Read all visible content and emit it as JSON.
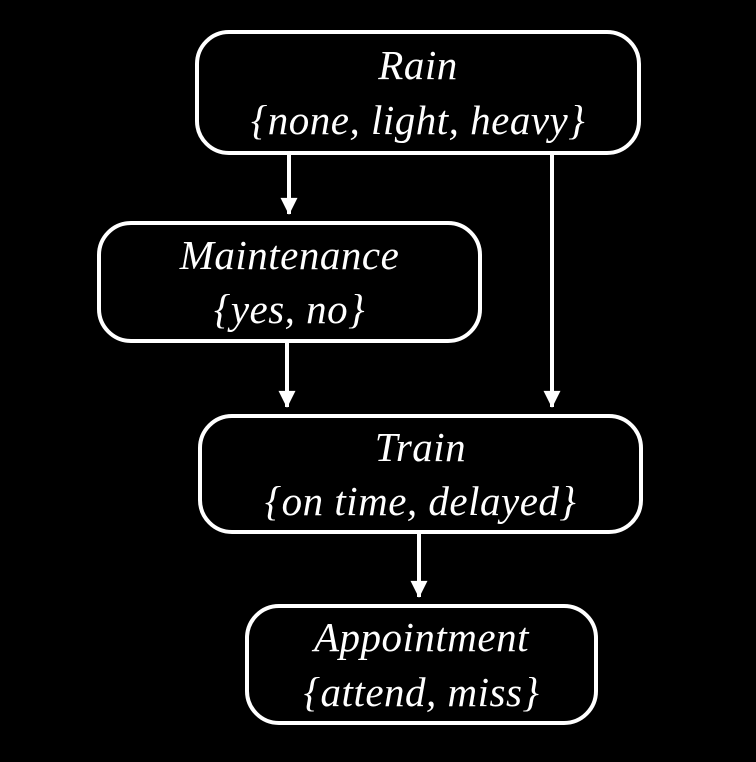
{
  "diagram": {
    "type": "bayesian-network",
    "background_color": "#000000",
    "stroke_color": "#ffffff",
    "text_color": "#ffffff",
    "nodes": [
      {
        "id": "rain",
        "name": "Rain",
        "values": "{none, light, heavy}"
      },
      {
        "id": "maintenance",
        "name": "Maintenance",
        "values": "{yes, no}"
      },
      {
        "id": "train",
        "name": "Train",
        "values": "{on time, delayed}"
      },
      {
        "id": "appointment",
        "name": "Appointment",
        "values": "{attend, miss}"
      }
    ],
    "edges": [
      {
        "from": "rain",
        "to": "maintenance"
      },
      {
        "from": "rain",
        "to": "train"
      },
      {
        "from": "maintenance",
        "to": "train"
      },
      {
        "from": "train",
        "to": "appointment"
      }
    ]
  }
}
